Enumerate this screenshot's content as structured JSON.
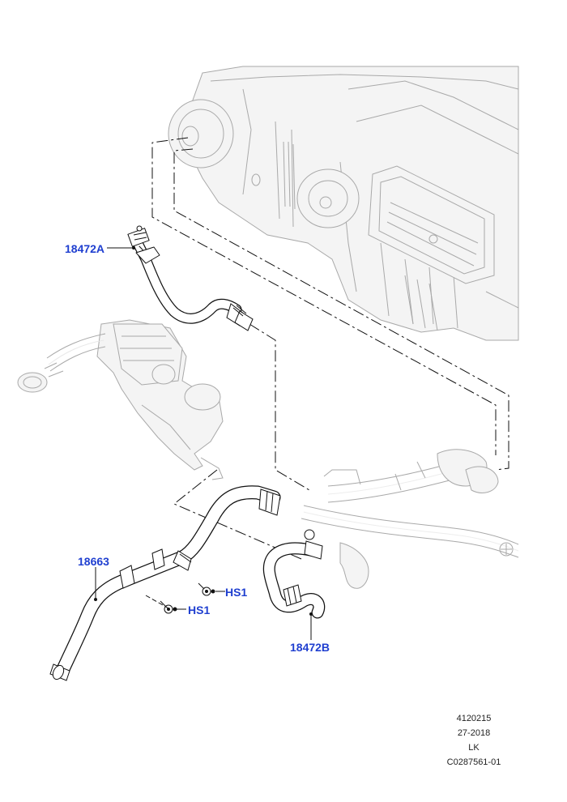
{
  "callouts": {
    "part_18472A": "18472A",
    "part_18663": "18663",
    "part_18472B": "18472B",
    "fastener_hs1_a": "HS1",
    "fastener_hs1_b": "HS1"
  },
  "footer": {
    "code": "4120215",
    "date": "27-2018",
    "initials": "LK",
    "reference": "C0287561-01"
  },
  "colors": {
    "callout": "#1f3fd0",
    "ghost_line": "#a9a9a9",
    "hose": "#111111"
  }
}
